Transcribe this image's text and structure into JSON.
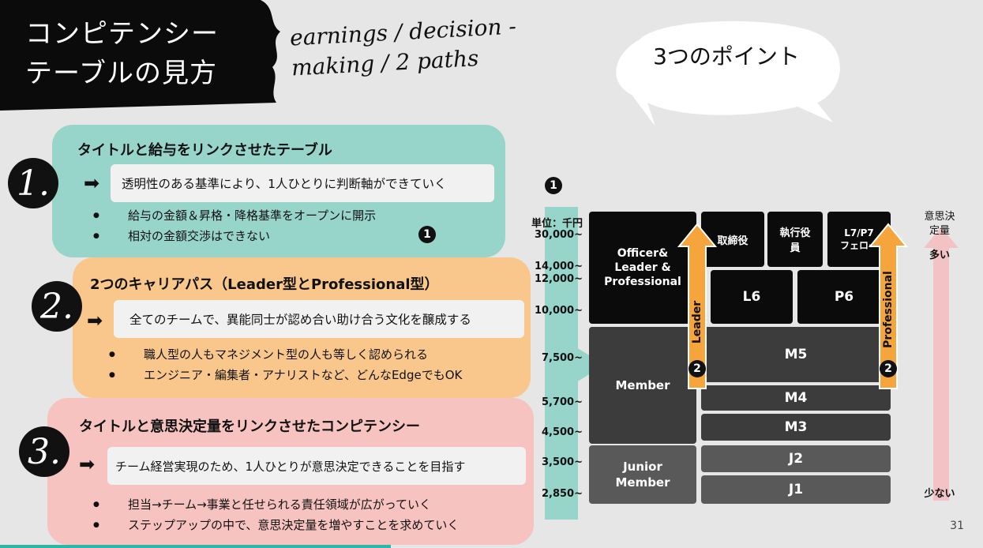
{
  "header": {
    "title_line1": "コンピテンシー",
    "title_line2": "テーブルの見方",
    "handwriting_line1": "earnings / decision -",
    "handwriting_line2": "making / 2 paths",
    "bubble_text": "3つのポイント"
  },
  "sections": [
    {
      "number": "1.",
      "title": "タイトルと給与をリンクさせたテーブル",
      "highlight": "透明性のある基準により、1人ひとりに判断軸ができていく",
      "bullets": [
        "給与の金額＆昇格・降格基準をオープンに開示",
        "相対の金額交渉はできない"
      ]
    },
    {
      "number": "2.",
      "title": "2つのキャリアパス（Leader型とProfessional型）",
      "highlight": "全てのチームで、異能同士が認め合い助け合う文化を醸成する",
      "bullets": [
        "職人型の人もマネジメント型の人も等しく認められる",
        "エンジニア・編集者・アナリストなど、どんなEdgeでもOK"
      ]
    },
    {
      "number": "3.",
      "title": "タイトルと意思決定量をリンクさせたコンピテンシー",
      "highlight": "チーム経営実現のため、1人ひとりが意思決定できることを目指す",
      "bullets": [
        "担当→チーム→事業と任せられる責任領域が広がっていく",
        "ステップアップの中で、意思決定量を増やすことを求めていく"
      ]
    }
  ],
  "badges": {
    "one": "1",
    "two": "2"
  },
  "table": {
    "unit": "単位：千円",
    "salaries": [
      "30,000~",
      "14,000~",
      "12,000~",
      "10,000~",
      "7,500~",
      "5,700~",
      "4,500~",
      "3,500~",
      "2,850~"
    ],
    "officer": "Officer& Leader & Professional",
    "member": "Member",
    "junior": "Junior Member",
    "torishimari": "取締役",
    "shikko": "執行役員",
    "l7p7": "L7/P7 フェロー",
    "l6": "L6",
    "p6": "P6",
    "m5": "M5",
    "m4": "M4",
    "m3": "M3",
    "j2": "J2",
    "j1": "J1",
    "leader": "Leader",
    "professional": "Professional"
  },
  "decision": {
    "label": "意思決定量",
    "high": "多い",
    "low": "少ない"
  },
  "page_number": "31",
  "colors": {
    "teal": "#97d5cb",
    "orange": "#f9c78b",
    "pink": "#f6c3c0",
    "arrow_orange": "#f6a43c",
    "arrow_pink": "#f3c2c4"
  }
}
